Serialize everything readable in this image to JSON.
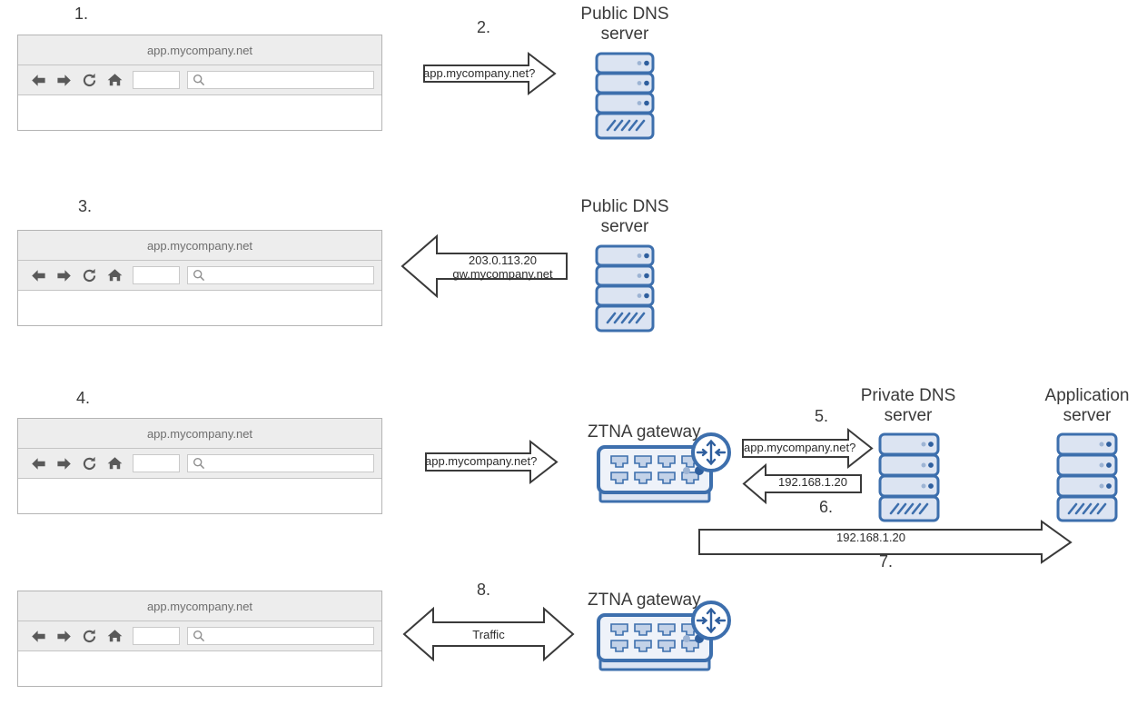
{
  "diagram": {
    "title": "ZTNA gateway DNS resolution and traffic flow",
    "colors": {
      "device_stroke": "#3d6fad",
      "device_fill": "#dce4f2",
      "device_fill_dark": "#c3d2e8",
      "arrow_stroke": "#3a3a3a",
      "arrow_fill": "#ffffff",
      "browser_chrome": "#ededed",
      "browser_border": "#b4b4b4",
      "text": "#3a3a3a"
    },
    "browser": {
      "title": "app.mycompany.net",
      "icons": {
        "back": "back-arrow-icon",
        "forward": "forward-arrow-icon",
        "reload": "reload-icon",
        "home": "home-icon",
        "search": "search-icon"
      },
      "address_value": "",
      "search_value": ""
    },
    "steps": [
      {
        "id": "1",
        "label": "1."
      },
      {
        "id": "2",
        "label": "2."
      },
      {
        "id": "3",
        "label": "3."
      },
      {
        "id": "4",
        "label": "4."
      },
      {
        "id": "5",
        "label": "5."
      },
      {
        "id": "6",
        "label": "6."
      },
      {
        "id": "7",
        "label": "7."
      },
      {
        "id": "8",
        "label": "8."
      }
    ],
    "nodes": {
      "public_dns_1": "Public DNS\nserver",
      "public_dns_2": "Public DNS\nserver",
      "ztna_gateway_1": "ZTNA gateway",
      "ztna_gateway_2": "ZTNA gateway",
      "private_dns": "Private DNS\nserver",
      "application_server": "Application\nserver"
    },
    "messages": {
      "query_public": "app.mycompany.net?",
      "response_public": "203.0.113.20\ngw.mycompany.net",
      "query_gateway": "app.mycompany.net?",
      "query_private": "app.mycompany.net?",
      "response_private": "192.168.1.20",
      "to_app_server": "192.168.1.20",
      "traffic": "Traffic"
    }
  }
}
